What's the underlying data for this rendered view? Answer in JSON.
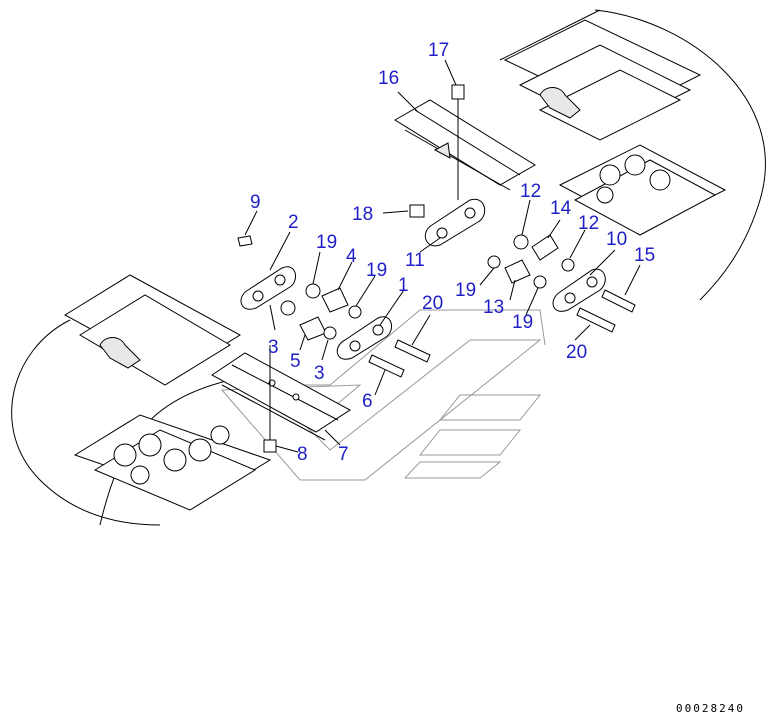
{
  "labels": {
    "l17": "17",
    "l16": "16",
    "l18": "18",
    "l12a": "12",
    "l14": "14",
    "l12b": "12",
    "l9": "9",
    "l2": "2",
    "l19a": "19",
    "l4": "4",
    "l19b": "19",
    "l11": "11",
    "l10": "10",
    "l15": "15",
    "l1": "1",
    "l20a": "20",
    "l19c": "19",
    "l13": "13",
    "l19d": "19",
    "l3a": "3",
    "l5": "5",
    "l3b": "3",
    "l20b": "20",
    "l6": "6",
    "l8": "8",
    "l7": "7"
  },
  "drawing_code": "00028240",
  "colors": {
    "callout": "#1f1fc8",
    "line": "#000000"
  }
}
